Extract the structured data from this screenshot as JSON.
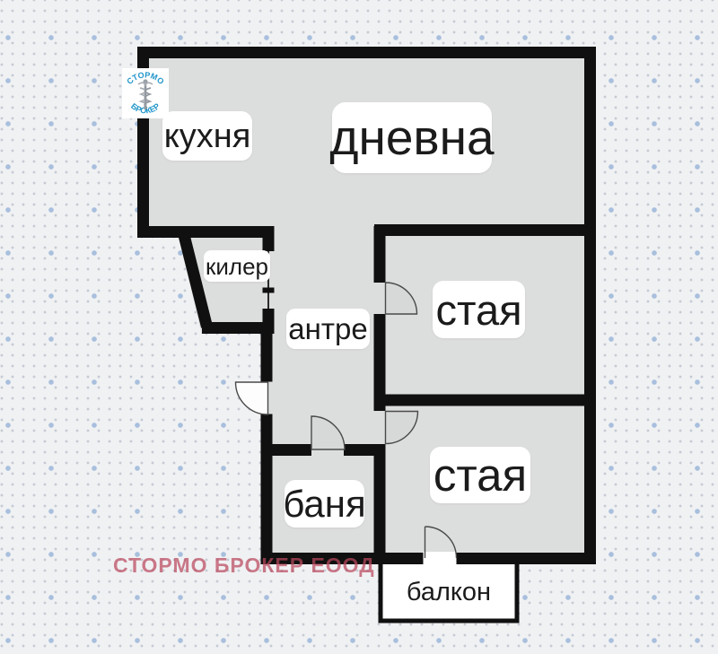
{
  "plan": {
    "rooms": {
      "kitchen": "кухня",
      "living": "дневна",
      "pantry": "килер",
      "hallway": "антре",
      "room1": "стая",
      "room2": "стая",
      "bath": "баня",
      "balcony": "балкон"
    }
  },
  "logo": {
    "arc_top": "СТОРМО",
    "arc_bottom": "БРОКЕР"
  },
  "watermark": "СТОРМО БРОКЕР ЕООД",
  "colors": {
    "wall": "#101010",
    "floor": "#dcdddd",
    "label_chip": "#ffffff",
    "background": "#f0f1f3",
    "dot_small": "#c6cbd4",
    "dot_large": "#a8bfdd",
    "logo_blue": "#2196c9",
    "watermark_red": "#ba485d"
  }
}
